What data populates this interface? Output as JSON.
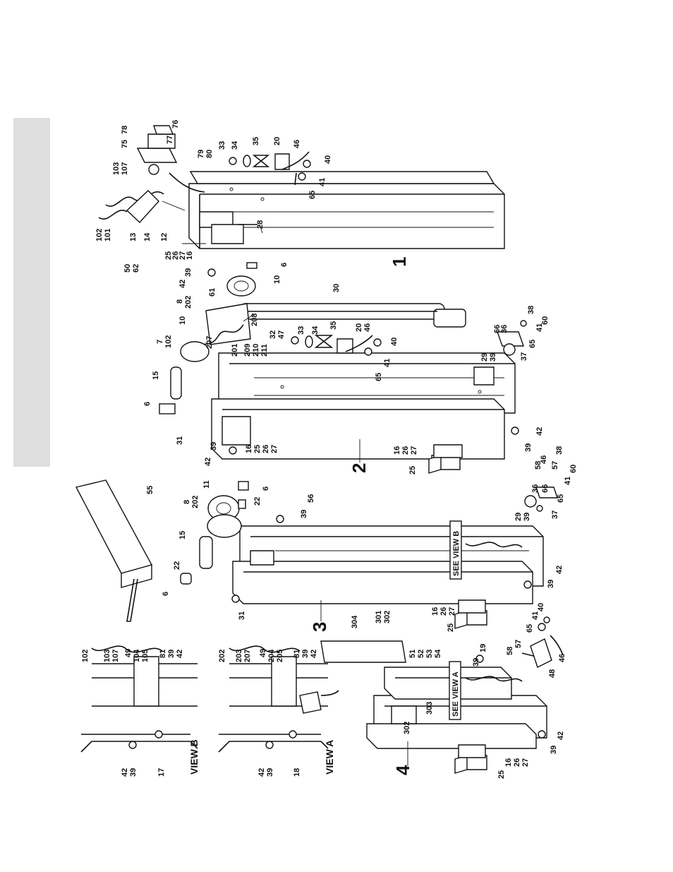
{
  "diagram": {
    "assemblies": [
      "1",
      "2",
      "3",
      "4"
    ],
    "view_titles": {
      "view_a": "VIEW A",
      "view_b": "VIEW B"
    },
    "callouts": {
      "see_view_a": "SEE VIEW A",
      "see_view_b": "SEE VIEW B"
    },
    "labels_a1": [
      "76",
      "78",
      "77",
      "75",
      "79",
      "80",
      "33",
      "34",
      "35",
      "20",
      "46",
      "40",
      "41",
      "65",
      "103",
      "107",
      "102",
      "101",
      "13",
      "14",
      "12",
      "50",
      "62",
      "28",
      "25",
      "26",
      "27",
      "16",
      "39",
      "42",
      "6",
      "10",
      "61"
    ],
    "labels_a2": [
      "8",
      "202",
      "10",
      "7",
      "102",
      "15",
      "6",
      "208",
      "30",
      "32",
      "47",
      "207",
      "201",
      "209",
      "210",
      "211",
      "33",
      "34",
      "35",
      "20",
      "46",
      "40",
      "41",
      "65",
      "38",
      "36",
      "66",
      "60",
      "41",
      "37",
      "65",
      "29",
      "39",
      "31",
      "39",
      "42",
      "16",
      "25",
      "26",
      "27",
      "42",
      "39",
      "16",
      "26",
      "27",
      "25"
    ],
    "labels_a3": [
      "55",
      "11",
      "8",
      "202",
      "6",
      "22",
      "15",
      "22",
      "6",
      "56",
      "39",
      "58",
      "57",
      "46",
      "38",
      "36",
      "66",
      "60",
      "41",
      "65",
      "37",
      "29",
      "39",
      "42",
      "39",
      "31",
      "16",
      "26",
      "27",
      "25"
    ],
    "labels_a4": [
      "304",
      "301",
      "302",
      "51",
      "52",
      "53",
      "54",
      "303",
      "302",
      "19",
      "39",
      "58",
      "57",
      "40",
      "41",
      "65",
      "48",
      "46",
      "42",
      "39",
      "16",
      "26",
      "27",
      "25"
    ],
    "labels_view_b": [
      "102",
      "103",
      "107",
      "49",
      "104",
      "105",
      "81",
      "39",
      "42",
      "42",
      "39",
      "17"
    ],
    "labels_view_a": [
      "202",
      "203",
      "207",
      "49",
      "204",
      "205",
      "81",
      "39",
      "42",
      "42",
      "39",
      "18"
    ]
  }
}
